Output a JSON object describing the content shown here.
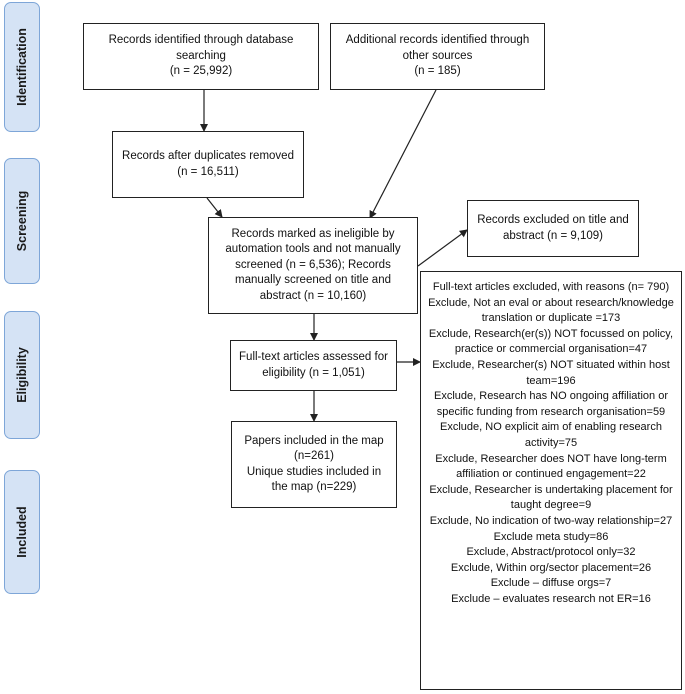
{
  "stages": [
    {
      "id": "identification",
      "label": "Identification"
    },
    {
      "id": "screening",
      "label": "Screening"
    },
    {
      "id": "eligibility",
      "label": "Eligibility"
    },
    {
      "id": "included",
      "label": "Included"
    }
  ],
  "boxes": {
    "db_search": "Records identified through database searching\n(n =  25,992)",
    "other_sources": "Additional records identified through other sources\n(n = 185)",
    "after_duplicates": "Records after duplicates removed\n(n = 16,511)",
    "screened": "Records marked as ineligible by automation tools and not manually screened (n = 6,536); Records manually screened on title and abstract (n = 10,160)",
    "excluded_title": "Records excluded on title and abstract (n = 9,109)",
    "fulltext_assessed": "Full-text articles assessed for eligibility (n = 1,051)",
    "included": "Papers included in the map\n(n=261)\nUnique studies included in the map (n=229)"
  },
  "fulltext_excluded": [
    "Full-text articles excluded, with reasons (n= 790)",
    "Exclude, Not an eval or about research/knowledge translation or duplicate =173",
    "Exclude, Research(er(s)) NOT focussed on policy, practice or commercial organisation=47",
    "Exclude, Researcher(s) NOT situated within host team=196",
    "Exclude, Research has NO ongoing affiliation or specific funding from research organisation=59",
    "Exclude, NO explicit aim of enabling research activity=75",
    "Exclude, Researcher does NOT have long-term affiliation or continued engagement=22",
    "Exclude, Researcher is undertaking placement for taught degree=9",
    "Exclude, No indication of two-way relationship=27",
    "Exclude meta study=86",
    "Exclude, Abstract/protocol only=32",
    "Exclude, Within org/sector placement=26",
    "Exclude – diffuse orgs=7",
    "Exclude – evaluates research not ER=16"
  ]
}
